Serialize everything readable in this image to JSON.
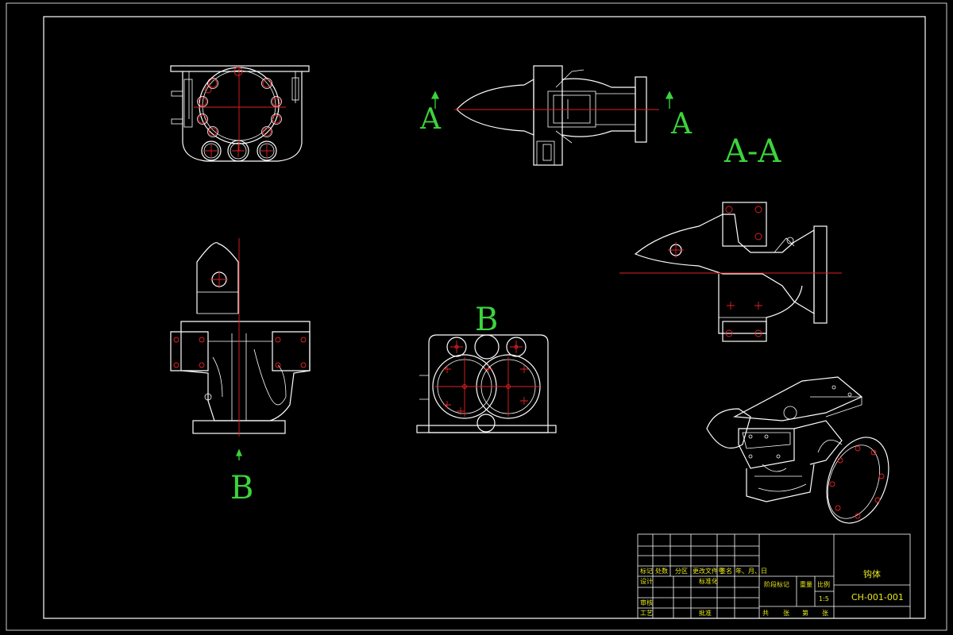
{
  "labels": {
    "section_left": "A",
    "section_right": "A",
    "section_title": "A-A",
    "view_arrow_b": "B",
    "view_title_b": "B"
  },
  "title_block": {
    "part_name": "钩体",
    "drawing_no": "CH-001-001",
    "scale_label": "比例",
    "scale_value": "1:5",
    "weight_label": "重量",
    "stage_label": "阶段标记",
    "rev_headers": [
      "标记",
      "处数",
      "分区",
      "更改文件号",
      "签名",
      "年、月、日"
    ],
    "designer_label": "设计",
    "standard_label": "标准化",
    "review_label": "审核",
    "process_label": "工艺",
    "approve_label": "批准",
    "sheet_row": [
      "共",
      "张",
      "第",
      "张"
    ]
  },
  "colors": {
    "background": "#000000",
    "outline": "#ffffff",
    "centerline": "#e52020",
    "annotation": "#3bd43b",
    "title_text": "#e8e820"
  }
}
